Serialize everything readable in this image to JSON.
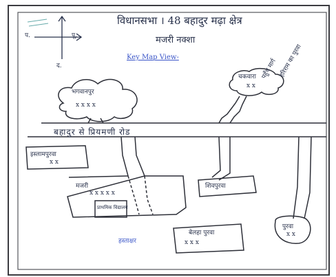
{
  "heading": {
    "title": "विधानसभा । 48 बहादुर मढ़ा क्षेत्र",
    "subtitle": "मजरी नक्शा",
    "key_map": "Key Map View-"
  },
  "compass": {
    "west": "प.",
    "east": "पू.",
    "south": "द."
  },
  "road": {
    "label": "बहादुर से प्रियमणी रोड"
  },
  "villages": [
    {
      "label": "भगवानपुर",
      "marks": "x x x x"
    },
    {
      "label": "चकवारा",
      "marks": "x x"
    },
    {
      "label": "इस्लामपुरवा",
      "marks": "x x"
    },
    {
      "label": "मजरी",
      "marks": "x x x x x"
    },
    {
      "label": "प्राथमिक विद्यालय"
    },
    {
      "label": "शिवपुरवा"
    },
    {
      "label": "बेलहा पुरवा",
      "marks": "x x x"
    },
    {
      "label": "पुरवा",
      "marks": "x x"
    }
  ],
  "annotations": {
    "diagonal_1": "पहुँच मार्ग",
    "diagonal_2": "हरिराम का पुरवा",
    "signature": "हस्ताक्षर"
  },
  "colors": {
    "ink": "#27304a",
    "blue_ink": "#3a55c8",
    "border": "#3b3b40"
  }
}
